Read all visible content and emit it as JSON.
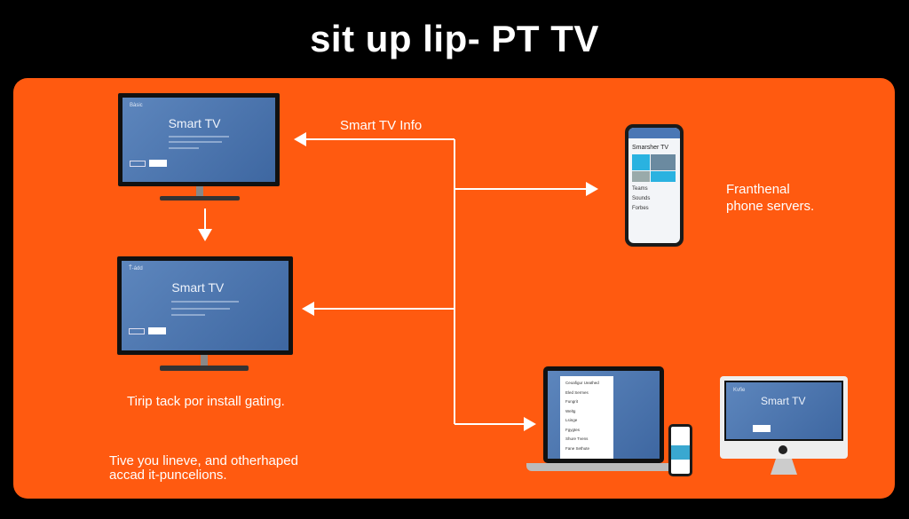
{
  "title": "sit up lip- PT TV",
  "tv_top": {
    "brand": "Bàsic",
    "heading": "Smart TV"
  },
  "tv_bottom": {
    "brand": "Ť-ádd",
    "heading": "Smart TV"
  },
  "phone": {
    "heading": "Smarsher TV",
    "items": [
      "Teams",
      "Sounds",
      "Forbes"
    ]
  },
  "laptop_menu": [
    "Ceoafigur Ueathed",
    "Eled Sermes",
    "Fungrit",
    "Weltg",
    "Lsinge",
    "Fgygtes",
    "Shure Tvens",
    "Fane Sethute"
  ],
  "imac": {
    "brand": "Kvfie",
    "heading": "Smart TV"
  },
  "labels": {
    "smart_tv_info": "Smart TV Info",
    "phone_servers_line1": "Franthenal",
    "phone_servers_line2": "phone servers.",
    "install": "Tirip tack por install gating.",
    "bottom_line1": "Tive you lineve, and otherhaped",
    "bottom_line2": "accad it-puncelions."
  },
  "colors": {
    "background": "#000000",
    "panel": "#ff5a10",
    "screen": "#4f78b1",
    "arrow": "#ffffff"
  }
}
